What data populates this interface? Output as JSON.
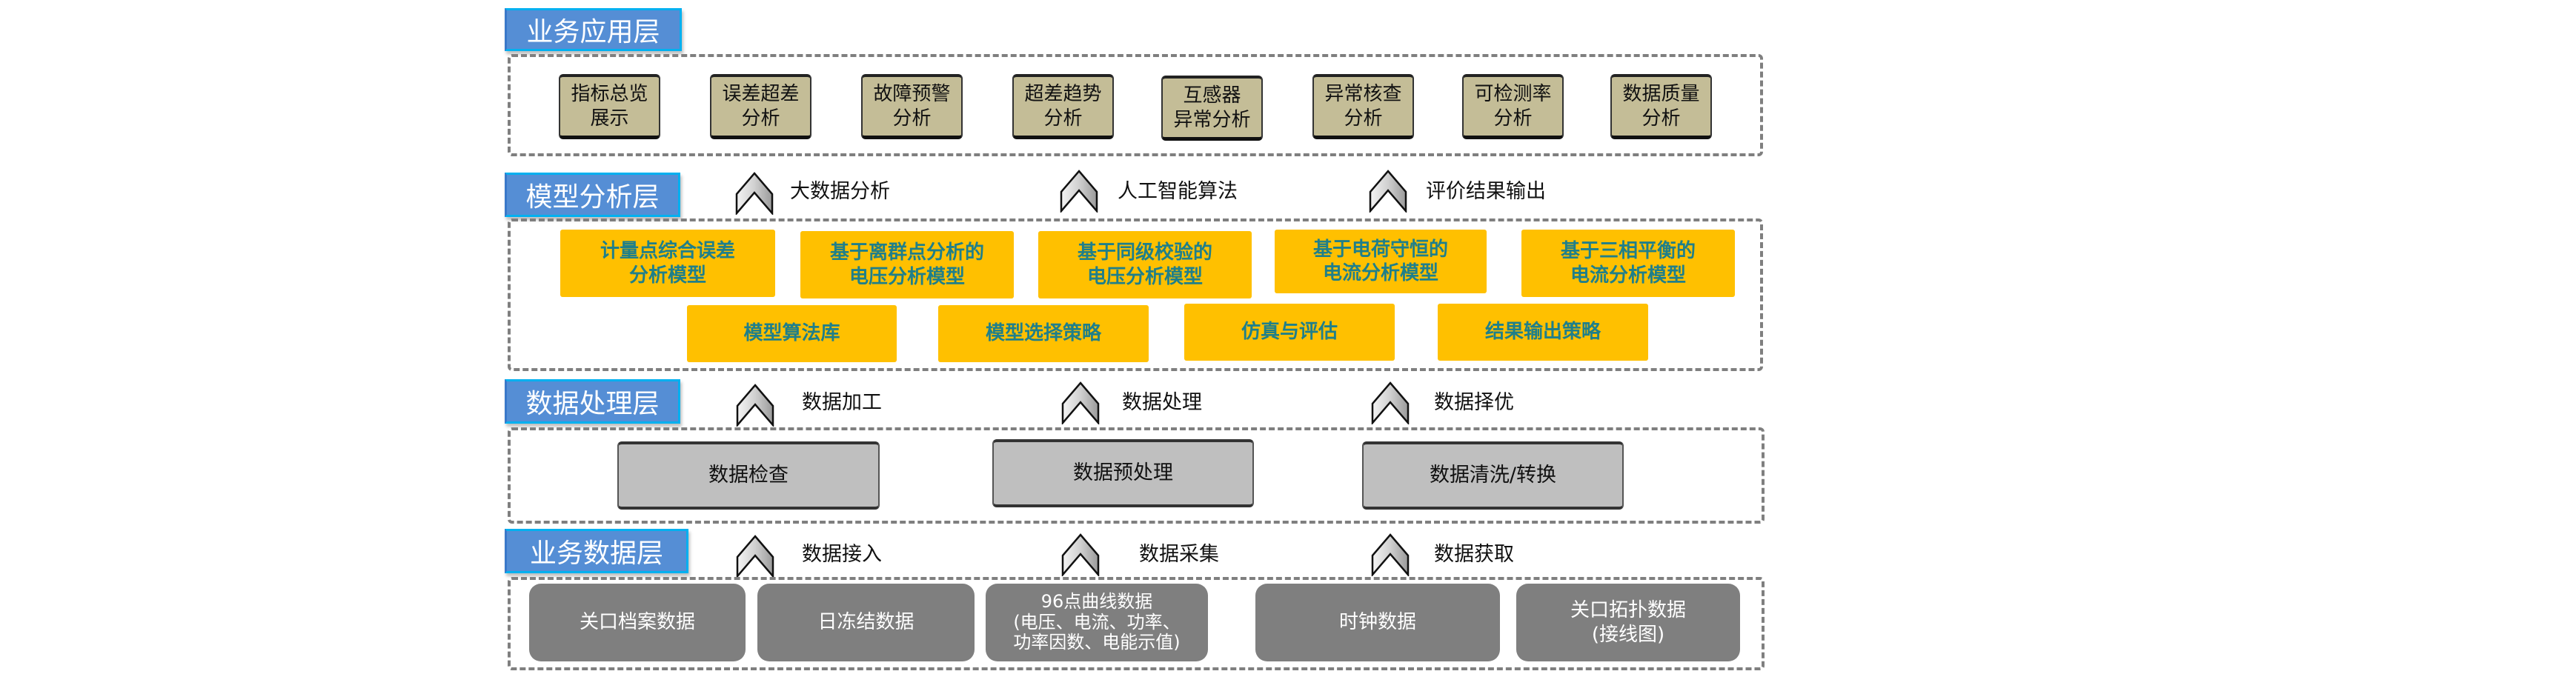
{
  "layers": [
    {
      "label": "业务应用层",
      "items": [
        "指标总览\n展示",
        "误差超差\n分析",
        "故障预警\n分析",
        "超差趋势\n分析",
        "互感器\n异常分析",
        "异常核查\n分析",
        "可检测率\n分析",
        "数据质量\n分析"
      ]
    },
    {
      "label": "模型分析层",
      "arrows": [
        "大数据分析",
        "人工智能算法",
        "评价结果输出"
      ],
      "items_row1": [
        "计量点综合误差\n分析模型",
        "基于离群点分析的\n电压分析模型",
        "基于同级校验的\n电压分析模型",
        "基于电荷守恒的\n电流分析模型",
        "基于三相平衡的\n电流分析模型"
      ],
      "items_row2": [
        "模型算法库",
        "模型选择策略",
        "仿真与评估",
        "结果输出策略"
      ]
    },
    {
      "label": "数据处理层",
      "arrows": [
        "数据加工",
        "数据处理",
        "数据择优"
      ],
      "items": [
        "数据检查",
        "数据预处理",
        "数据清洗/转换"
      ]
    },
    {
      "label": "业务数据层",
      "arrows": [
        "数据接入",
        "数据采集",
        "数据获取"
      ],
      "items": [
        "关口档案数据",
        "日冻结数据",
        "96点曲线数据\n(电压、电流、功率、\n功率因数、电能示值)",
        "时钟数据",
        "关口拓扑数据\n(接线图)"
      ]
    }
  ],
  "colors": {
    "label_fill": "#558ED5",
    "app_fill": "#C4BD97",
    "model_fill": "#FFC000",
    "model_text": "#1F7F8A",
    "proc_fill": "#BFBFBF",
    "src_fill": "#7F7F7F"
  }
}
